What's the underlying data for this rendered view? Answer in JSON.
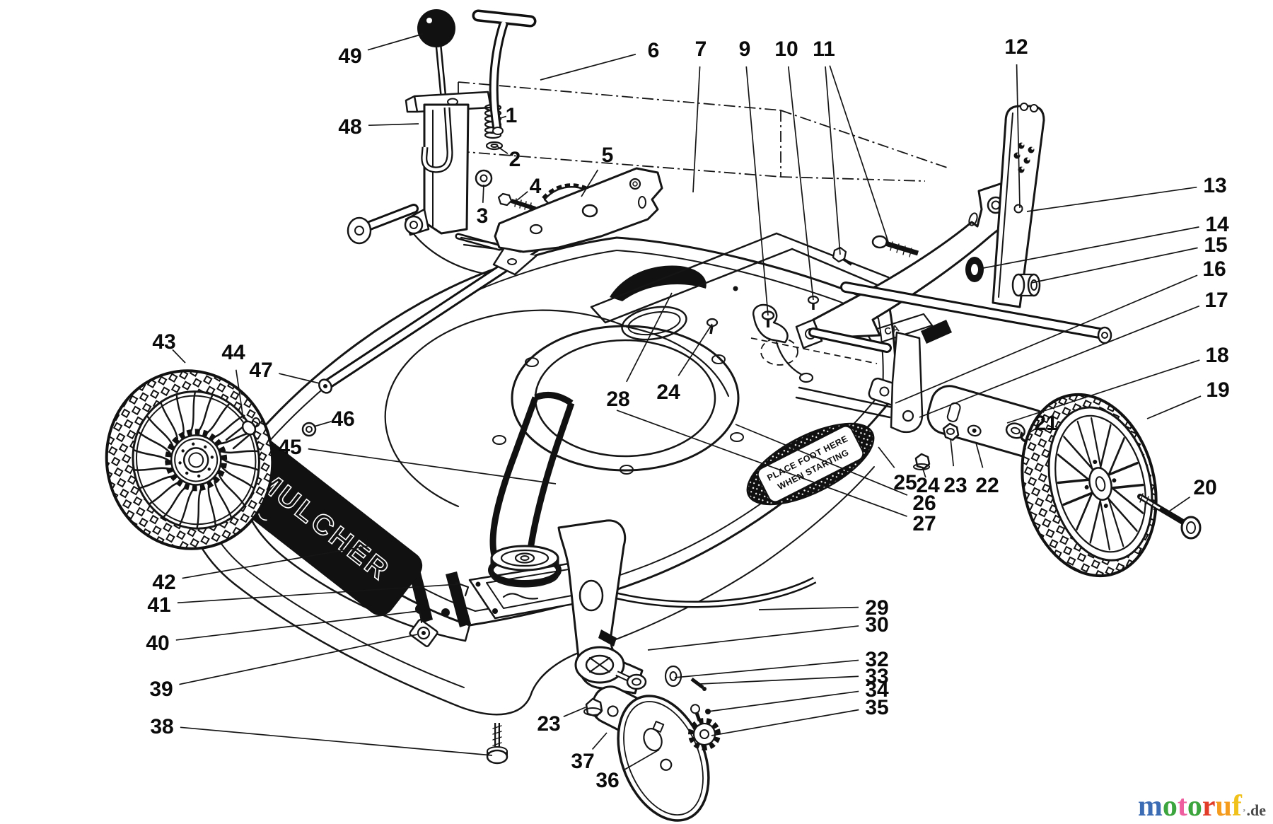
{
  "page": {
    "background": "#ffffff"
  },
  "diagram": {
    "title": "Mower housing exploded parts diagram",
    "decals": {
      "mulcher_label": "MULCHER",
      "foot_decal_line1": "PLACE FOOT HERE",
      "foot_decal_line2": "WHEN STARTING",
      "plate_label": "CA"
    },
    "callouts": [
      {
        "n": "49",
        "label": [
          495,
          78
        ],
        "targets": [
          [
            598,
            48
          ]
        ]
      },
      {
        "n": "48",
        "label": [
          495,
          178
        ],
        "targets": [
          [
            592,
            175
          ]
        ]
      },
      {
        "n": "1",
        "label": [
          723,
          162
        ],
        "targets": [
          [
            705,
            168
          ]
        ]
      },
      {
        "n": "2",
        "label": [
          728,
          224
        ],
        "targets": [
          [
            703,
            207
          ]
        ]
      },
      {
        "n": "3",
        "label": [
          682,
          304
        ],
        "targets": [
          [
            684,
            261
          ]
        ]
      },
      {
        "n": "4",
        "label": [
          757,
          262
        ],
        "targets": [
          [
            730,
            284
          ]
        ]
      },
      {
        "n": "5",
        "label": [
          859,
          218
        ],
        "targets": [
          [
            822,
            278
          ]
        ]
      },
      {
        "n": "6",
        "label": [
          924,
          70
        ],
        "targets": [
          [
            764,
            113
          ]
        ]
      },
      {
        "n": "7",
        "label": [
          991,
          68
        ],
        "targets": [
          [
            980,
            272
          ]
        ]
      },
      {
        "n": "9",
        "label": [
          1053,
          68
        ],
        "targets": [
          [
            1086,
            446
          ]
        ]
      },
      {
        "n": "10",
        "label": [
          1112,
          68
        ],
        "targets": [
          [
            1150,
            424
          ]
        ]
      },
      {
        "n": "11",
        "label": [
          1165,
          68
        ],
        "targets": [
          [
            1188,
            360
          ],
          [
            1256,
            342
          ]
        ]
      },
      {
        "n": "12",
        "label": [
          1437,
          65
        ],
        "targets": [
          [
            1442,
            294
          ]
        ]
      },
      {
        "n": "13",
        "label": [
          1718,
          261
        ],
        "targets": [
          [
            1452,
            299
          ]
        ]
      },
      {
        "n": "14",
        "label": [
          1721,
          316
        ],
        "targets": [
          [
            1385,
            380
          ]
        ]
      },
      {
        "n": "15",
        "label": [
          1719,
          345
        ],
        "targets": [
          [
            1458,
            400
          ]
        ]
      },
      {
        "n": "16",
        "label": [
          1717,
          379
        ],
        "targets": [
          [
            1266,
            570
          ]
        ]
      },
      {
        "n": "17",
        "label": [
          1720,
          423
        ],
        "targets": [
          [
            1300,
            590
          ]
        ]
      },
      {
        "n": "18",
        "label": [
          1721,
          501
        ],
        "targets": [
          [
            1424,
            598
          ]
        ]
      },
      {
        "n": "19",
        "label": [
          1722,
          550
        ],
        "targets": [
          [
            1622,
            592
          ]
        ]
      },
      {
        "n": "20",
        "label": [
          1704,
          688
        ],
        "targets": [
          [
            1650,
            725
          ]
        ]
      },
      {
        "n": "21",
        "label": [
          1479,
          597
        ],
        "targets": [
          [
            1455,
            612
          ]
        ]
      },
      {
        "n": "22",
        "label": [
          1396,
          685
        ],
        "targets": [
          [
            1380,
            626
          ]
        ]
      },
      {
        "n": "23",
        "label": [
          1351,
          685
        ],
        "targets": [
          [
            1344,
            620
          ]
        ]
      },
      {
        "n": "24",
        "label": [
          1312,
          685
        ],
        "targets": [
          [
            1304,
            660
          ]
        ]
      },
      {
        "n": "25",
        "label": [
          1280,
          681
        ],
        "targets": [
          [
            1242,
            632
          ]
        ]
      },
      {
        "n": "26",
        "label": [
          1307,
          710
        ],
        "targets": [
          [
            1040,
            600
          ]
        ]
      },
      {
        "n": "27",
        "label": [
          1307,
          739
        ],
        "targets": [
          [
            872,
            580
          ]
        ]
      },
      {
        "n": "28",
        "label": [
          874,
          563
        ],
        "targets": [
          [
            950,
            414
          ]
        ]
      },
      {
        "n": "24",
        "label": [
          945,
          553
        ],
        "targets": [
          [
            1007,
            458
          ]
        ]
      },
      {
        "n": "29",
        "label": [
          1240,
          858
        ],
        "targets": [
          [
            1073,
            862
          ]
        ]
      },
      {
        "n": "30",
        "label": [
          1240,
          882
        ],
        "targets": [
          [
            916,
            919
          ]
        ]
      },
      {
        "n": "32",
        "label": [
          1240,
          931
        ],
        "targets": [
          [
            954,
            958
          ]
        ]
      },
      {
        "n": "33",
        "label": [
          1240,
          955
        ],
        "targets": [
          [
            990,
            967
          ]
        ]
      },
      {
        "n": "34",
        "label": [
          1240,
          974
        ],
        "targets": [
          [
            1001,
            1006
          ]
        ]
      },
      {
        "n": "35",
        "label": [
          1240,
          999
        ],
        "targets": [
          [
            1006,
            1040
          ]
        ]
      },
      {
        "n": "36",
        "label": [
          859,
          1102
        ],
        "targets": [
          [
            932,
            1060
          ]
        ]
      },
      {
        "n": "37",
        "label": [
          824,
          1075
        ],
        "targets": [
          [
            858,
            1036
          ]
        ]
      },
      {
        "n": "23",
        "label": [
          776,
          1022
        ],
        "targets": [
          [
            828,
            1000
          ]
        ]
      },
      {
        "n": "38",
        "label": [
          229,
          1026
        ],
        "targets": [
          [
            696,
            1068
          ]
        ]
      },
      {
        "n": "39",
        "label": [
          228,
          973
        ],
        "targets": [
          [
            590,
            897
          ]
        ]
      },
      {
        "n": "40",
        "label": [
          223,
          908
        ],
        "targets": [
          [
            592,
            864
          ]
        ]
      },
      {
        "n": "41",
        "label": [
          225,
          854
        ],
        "targets": [
          [
            648,
            826
          ]
        ]
      },
      {
        "n": "42",
        "label": [
          232,
          822
        ],
        "targets": [
          [
            520,
            772
          ]
        ]
      },
      {
        "n": "43",
        "label": [
          232,
          482
        ],
        "targets": [
          [
            262,
            513
          ]
        ]
      },
      {
        "n": "44",
        "label": [
          330,
          497
        ],
        "targets": [
          [
            344,
            592
          ]
        ]
      },
      {
        "n": "45",
        "label": [
          410,
          631
        ],
        "targets": [
          [
            786,
            684
          ]
        ]
      },
      {
        "n": "46",
        "label": [
          485,
          591
        ],
        "targets": [
          [
            444,
            603
          ]
        ]
      },
      {
        "n": "47",
        "label": [
          369,
          522
        ],
        "targets": [
          [
            452,
            542
          ]
        ]
      }
    ]
  },
  "logo": {
    "letters": [
      {
        "ch": "m",
        "color": "#3c6cb4"
      },
      {
        "ch": "o",
        "color": "#3da53d"
      },
      {
        "ch": "t",
        "color": "#ee5fa0"
      },
      {
        "ch": "o",
        "color": "#3da53d"
      },
      {
        "ch": "r",
        "color": "#e23d28"
      },
      {
        "ch": "u",
        "color": "#f59b1e"
      },
      {
        "ch": "f",
        "color": "#f0c11a"
      }
    ],
    "mark": "’",
    "suffix": ".de",
    "suffix_color": "#4a4a4a"
  }
}
